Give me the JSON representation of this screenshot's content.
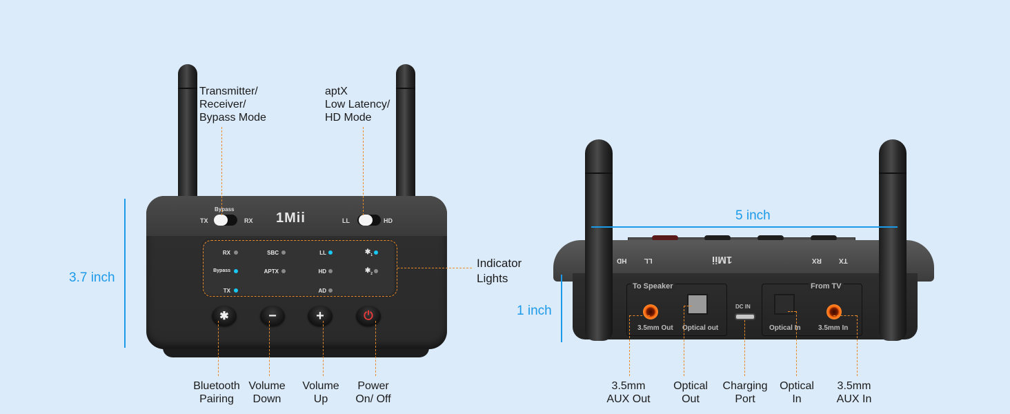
{
  "front_view": {
    "brand_logo": "1Mii",
    "mode_switch": {
      "left": "TX",
      "top": "Bypass",
      "right": "RX"
    },
    "latency_switch": {
      "left": "LL",
      "right": "HD"
    },
    "indicators": [
      {
        "label": "RX",
        "state": "off"
      },
      {
        "label": "Bypass",
        "state": "on"
      },
      {
        "label": "TX",
        "state": "on"
      },
      {
        "label": "SBC",
        "state": "off"
      },
      {
        "label": "APTX",
        "state": "off"
      },
      {
        "label": "LL",
        "state": "on"
      },
      {
        "label": "HD",
        "state": "off"
      },
      {
        "label": "AD",
        "state": "off"
      },
      {
        "label": "BT1",
        "icon": "bluetooth-1-icon",
        "state": "on"
      },
      {
        "label": "BT2",
        "icon": "bluetooth-2-icon",
        "state": "off"
      }
    ],
    "buttons": [
      {
        "icon": "bluetooth-icon",
        "glyph": "✱"
      },
      {
        "icon": "minus-icon",
        "glyph": "−"
      },
      {
        "icon": "plus-icon",
        "glyph": "+"
      },
      {
        "icon": "power-icon",
        "glyph": "⏻"
      }
    ],
    "callouts": {
      "mode_switch": [
        "Transmitter/",
        "Receiver/",
        "Bypass Mode"
      ],
      "latency_switch": [
        "aptX",
        "Low Latency/",
        "HD Mode"
      ],
      "indicator_lights": [
        "Indicator",
        "Lights"
      ],
      "bluetooth_pairing": [
        "Bluetooth",
        "Pairing"
      ],
      "volume_down": [
        "Volume",
        "Down"
      ],
      "volume_up": [
        "Volume",
        "Up"
      ],
      "power": [
        "Power",
        "On/ Off"
      ]
    },
    "dimension": "3.7 inch"
  },
  "rear_view": {
    "dimension_width": "5 inch",
    "dimension_height": "1 inch",
    "groups": {
      "output": "To Speaker",
      "input": "From TV"
    },
    "port_labels": {
      "aux_out": "3.5mm Out",
      "optical_out": "Optical out",
      "dc_in": "DC IN",
      "optical_in": "Optical In",
      "aux_in": "3.5mm In"
    },
    "callouts": {
      "aux_out": [
        "3.5mm",
        "AUX Out"
      ],
      "optical_out": [
        "Optical",
        "Out"
      ],
      "charging_port": [
        "Charging",
        "Port"
      ],
      "optical_in": [
        "Optical",
        "In"
      ],
      "aux_in": [
        "3.5mm",
        "AUX In"
      ]
    }
  },
  "colors": {
    "background": "#dcebfa",
    "dimension": "#1a9ae8",
    "leader": "#e8892a",
    "led_on": "#18c8f5",
    "led_off": "#8a8a8a",
    "power_red": "#e83a3a",
    "jack_orange": "#ff6a10"
  }
}
